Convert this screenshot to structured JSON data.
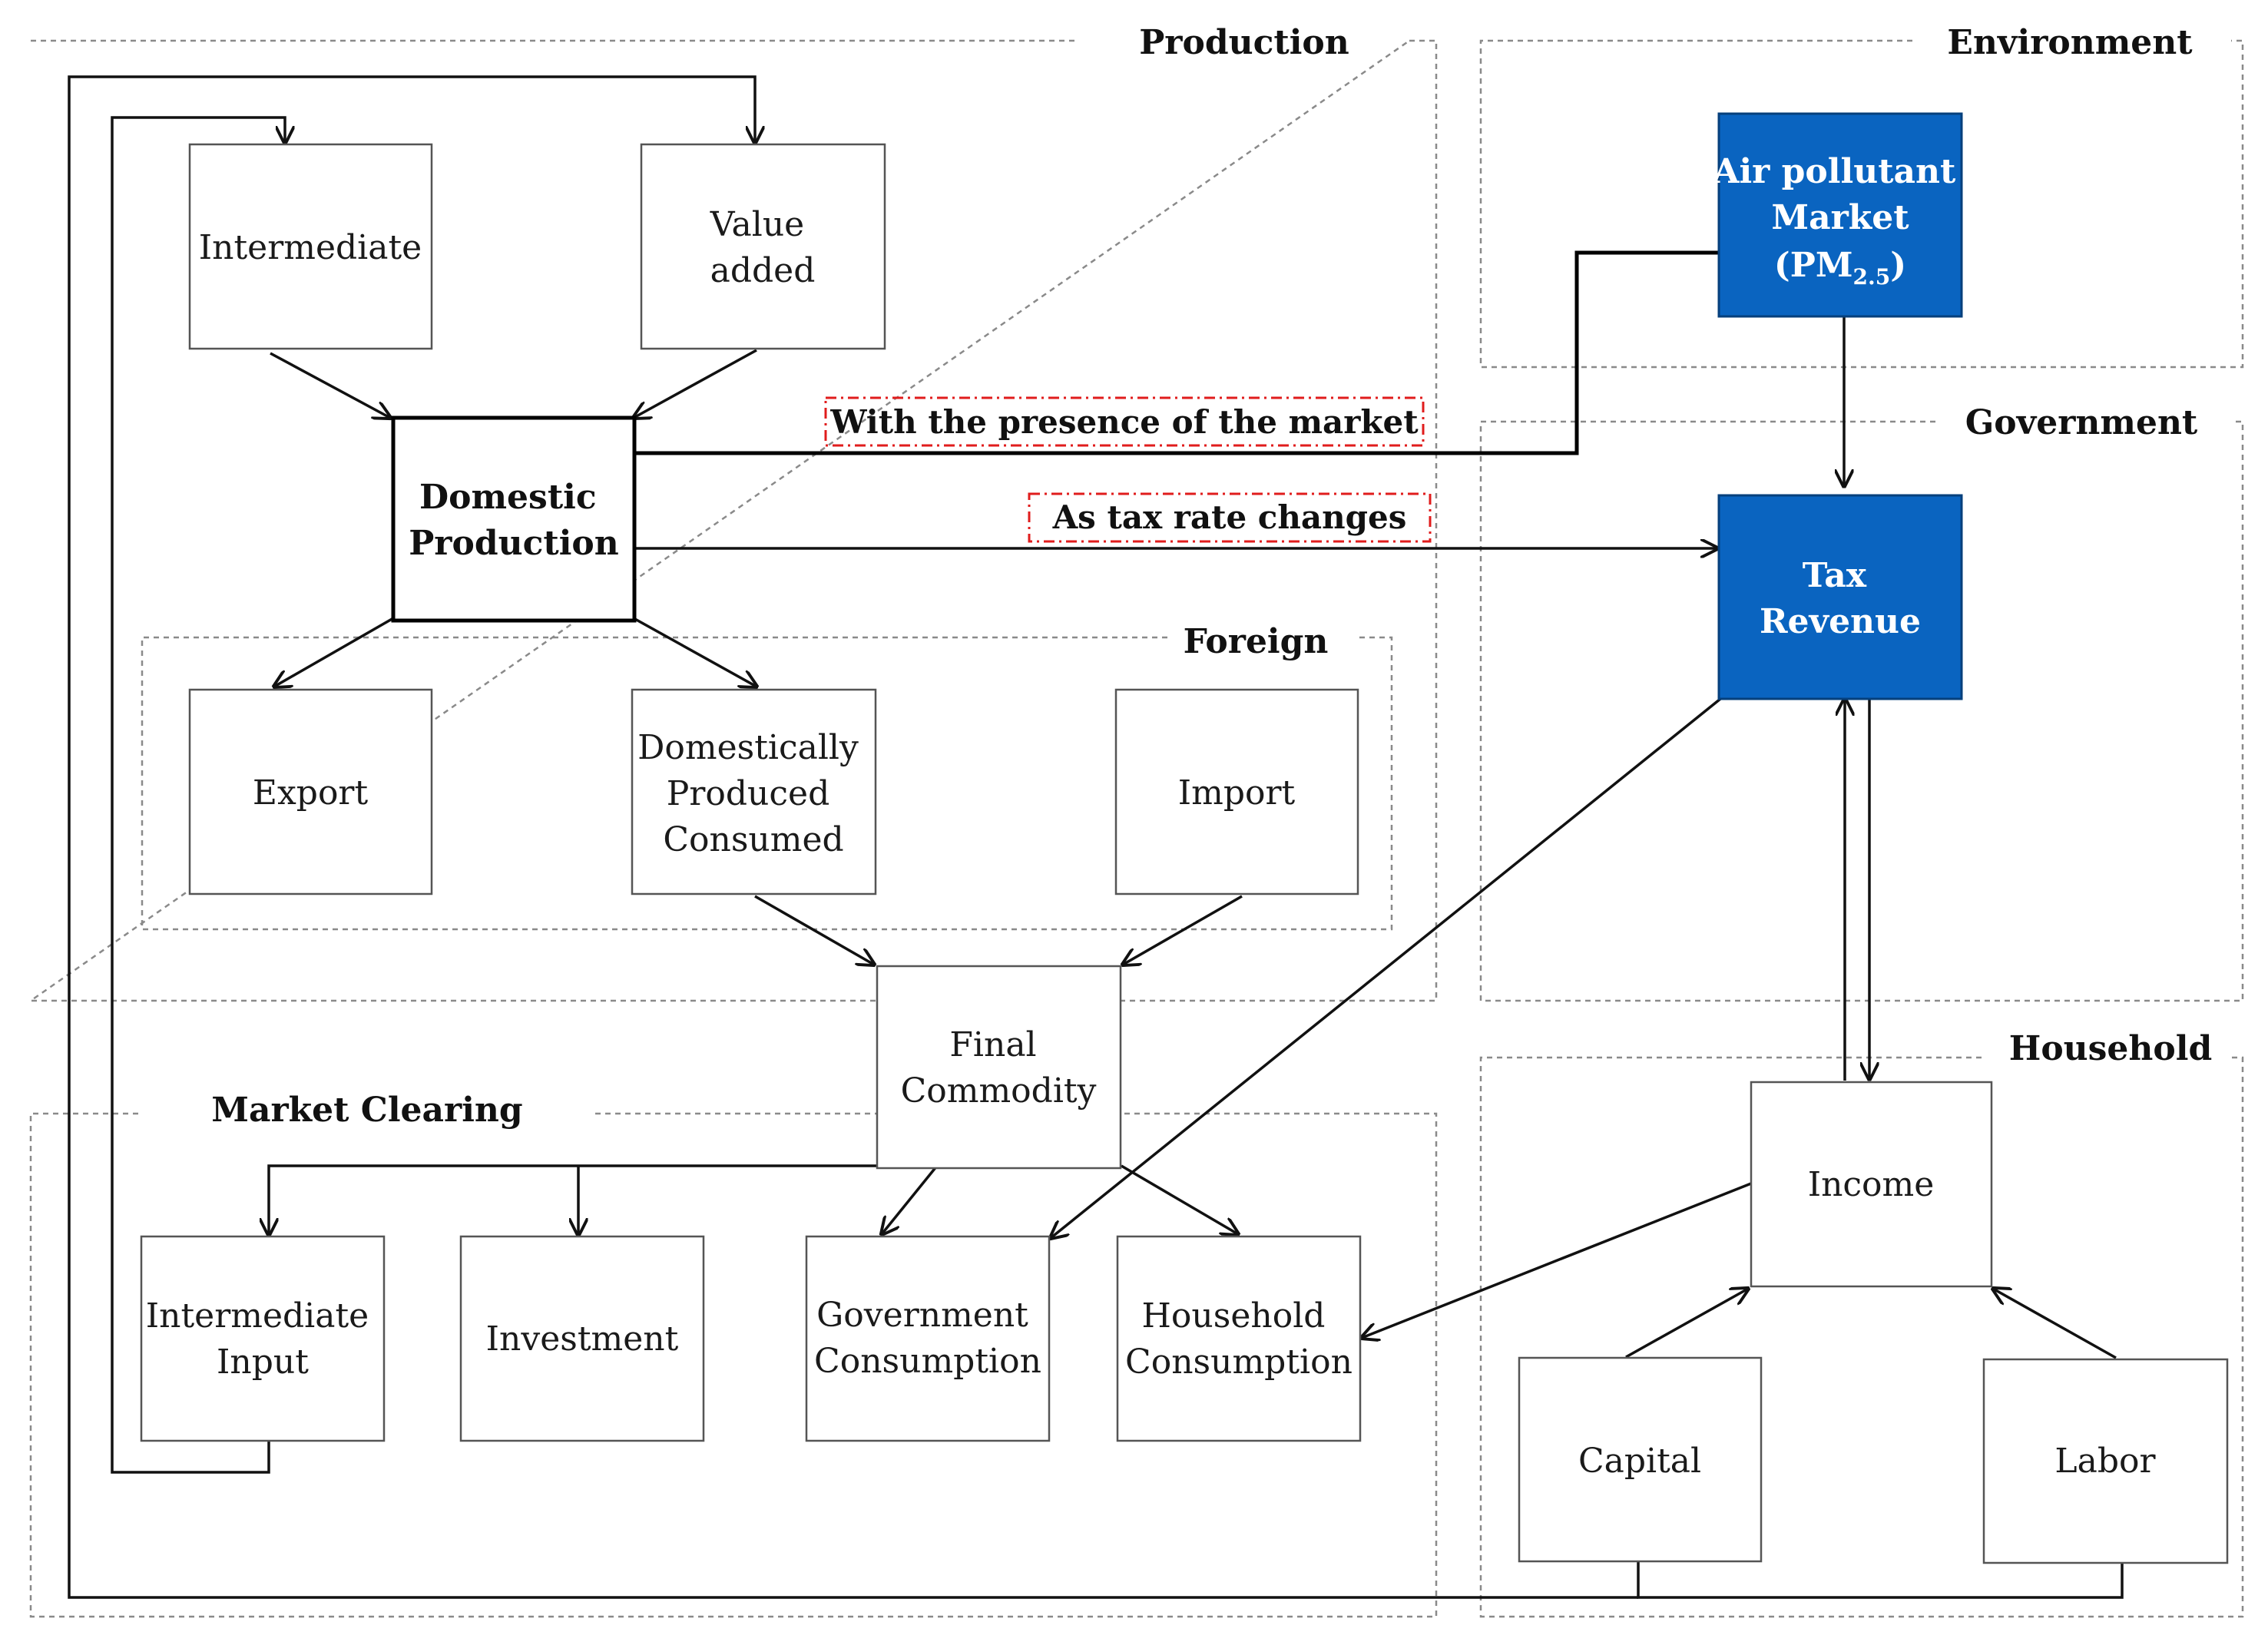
{
  "regions": {
    "production": "Production",
    "environment": "Environment",
    "government": "Government",
    "foreign": "Foreign",
    "market_clearing": "Market Clearing",
    "household": "Household"
  },
  "nodes": {
    "intermediate": [
      "Intermediate"
    ],
    "value_added": [
      "Value",
      "added"
    ],
    "domestic_production": [
      "Domestic",
      "Production"
    ],
    "export": [
      "Export"
    ],
    "domestically_produced_consumed": [
      "Domestically",
      "Produced",
      "Consumed"
    ],
    "import": [
      "Import"
    ],
    "final_commodity": [
      "Final",
      "Commodity"
    ],
    "intermediate_input": [
      "Intermediate",
      "Input"
    ],
    "investment": [
      "Investment"
    ],
    "government_consumption": [
      "Government",
      "Consumption"
    ],
    "household_consumption": [
      "Household",
      "Consumption"
    ],
    "air_pollutant_market": {
      "line1": "Air pollutant",
      "line2": "Market",
      "line3_prefix": "(PM",
      "line3_sub": "2.5",
      "line3_suffix": ")"
    },
    "tax_revenue": [
      "Tax",
      "Revenue"
    ],
    "income": [
      "Income"
    ],
    "capital": [
      "Capital"
    ],
    "labor": [
      "Labor"
    ]
  },
  "annotations": {
    "market_presence": "With the presence of the market",
    "tax_rate_changes": "As tax rate changes"
  },
  "colors": {
    "blue_node_fill": "#0a64c0",
    "blue_node_text": "#ffffff",
    "annotation_border": "#e01c1c"
  }
}
